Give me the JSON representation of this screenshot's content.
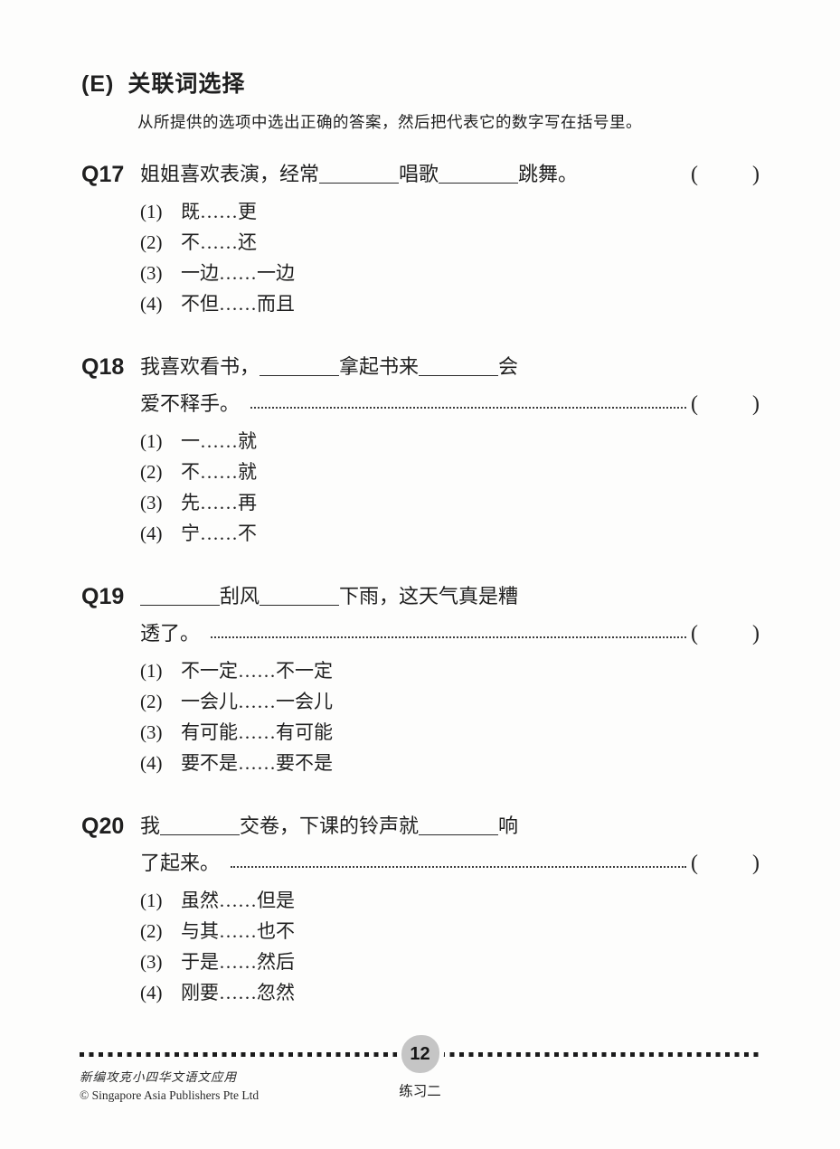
{
  "header": {
    "section_label": "(E)",
    "section_title": "关联词选择",
    "instruction": "从所提供的选项中选出正确的答案，然后把代表它的数字写在括号里。"
  },
  "bracket": {
    "open": "(",
    "close": ")"
  },
  "questions": [
    {
      "id": "Q17",
      "line1": {
        "seg1": "姐姐喜欢表演，经常",
        "seg2": "唱歌",
        "seg3": "跳舞。"
      },
      "options": [
        {
          "num": "(1)",
          "text": "既……更"
        },
        {
          "num": "(2)",
          "text": "不……还"
        },
        {
          "num": "(3)",
          "text": "一边……一边"
        },
        {
          "num": "(4)",
          "text": "不但……而且"
        }
      ]
    },
    {
      "id": "Q18",
      "line1": {
        "seg1": "我喜欢看书，",
        "seg2": "拿起书来",
        "seg3": "会"
      },
      "line2": "爱不释手。",
      "options": [
        {
          "num": "(1)",
          "text": "一……就"
        },
        {
          "num": "(2)",
          "text": "不……就"
        },
        {
          "num": "(3)",
          "text": "先……再"
        },
        {
          "num": "(4)",
          "text": "宁……不"
        }
      ]
    },
    {
      "id": "Q19",
      "line1": {
        "seg1": "",
        "seg2": "刮风",
        "seg3": "下雨，这天气真是糟"
      },
      "line2": "透了。",
      "options": [
        {
          "num": "(1)",
          "text": "不一定……不一定"
        },
        {
          "num": "(2)",
          "text": "一会儿……一会儿"
        },
        {
          "num": "(3)",
          "text": "有可能……有可能"
        },
        {
          "num": "(4)",
          "text": "要不是……要不是"
        }
      ]
    },
    {
      "id": "Q20",
      "line1": {
        "seg1": "我",
        "seg2": "交卷，下课的铃声就",
        "seg3": "响"
      },
      "line2": "了起来。",
      "options": [
        {
          "num": "(1)",
          "text": "虽然……但是"
        },
        {
          "num": "(2)",
          "text": "与其……也不"
        },
        {
          "num": "(3)",
          "text": "于是……然后"
        },
        {
          "num": "(4)",
          "text": "刚要……忽然"
        }
      ]
    }
  ],
  "footer": {
    "page_number": "12",
    "exercise_label": "练习二",
    "book_title": "新编攻克小四华文语文应用",
    "copyright": "© Singapore Asia Publishers Pte Ltd"
  }
}
